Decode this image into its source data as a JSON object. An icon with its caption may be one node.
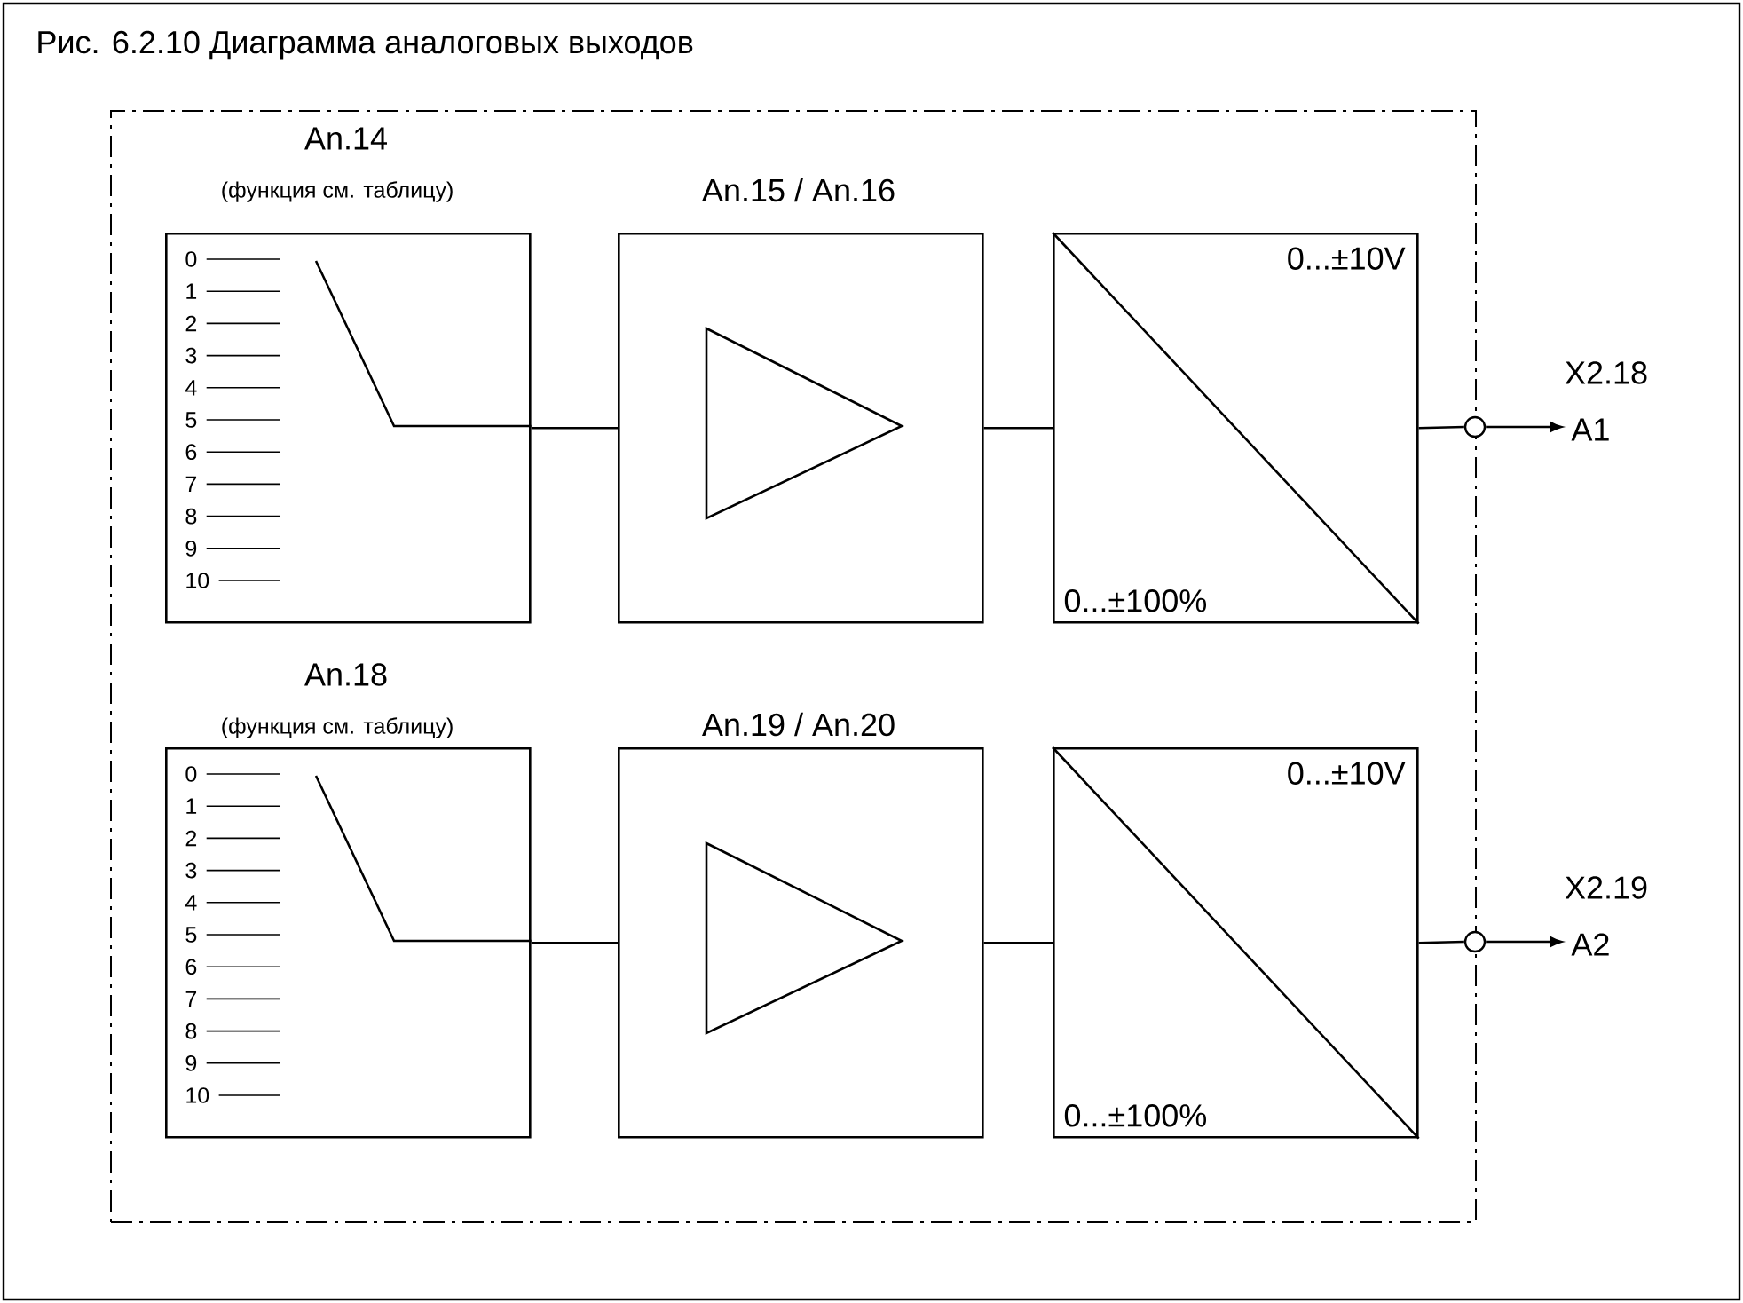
{
  "diagram": {
    "title": "Рис. 6.2.10 Диаграмма аналоговых выходов",
    "nodes": [
      {
        "text": [],
        "shape": "box"
      },
      {
        "text": [
          "An.14",
          "(функция см. таблицу)",
          "0",
          "1",
          "2",
          "3",
          "4",
          "5",
          "6",
          "7",
          "8",
          "9",
          "10"
        ],
        "in": 0
      },
      {
        "text": [
          "An.15 / An.16"
        ],
        "in": 0
      },
      {
        "text": [
          "0...±10V",
          "0...±100%"
        ],
        "in": 0
      },
      {
        "text": [],
        "shape": "circle"
      },
      {
        "text": [
          "A1"
        ],
        "beside": [
          "X2.18"
        ]
      },
      {
        "text": [
          "An.18",
          "(функция см. таблицу)",
          "0",
          "1",
          "2",
          "3",
          "4",
          "5",
          "6",
          "7",
          "8",
          "9",
          "10"
        ],
        "in": 0
      },
      {
        "text": [
          "An.19 / An.20"
        ],
        "in": 0
      },
      {
        "text": [
          "0...±10V",
          "0...±100%"
        ],
        "in": 0
      },
      {
        "text": [],
        "shape": "circle"
      },
      {
        "text": [
          "A2"
        ],
        "beside": [
          "X2.19"
        ]
      }
    ],
    "edges": [
      {
        "from": 1,
        "to": 2,
        "arrow": "none"
      },
      {
        "from": 2,
        "to": 3,
        "arrow": "none"
      },
      {
        "from": 3,
        "to": 4,
        "arrow": "none"
      },
      {
        "from": 4,
        "to": 5,
        "arrow": "to"
      },
      {
        "from": 6,
        "to": 7,
        "arrow": "none"
      },
      {
        "from": 7,
        "to": 8,
        "arrow": "none"
      },
      {
        "from": 8,
        "to": 9,
        "arrow": "none"
      },
      {
        "from": 9,
        "to": 10,
        "arrow": "to"
      }
    ]
  }
}
